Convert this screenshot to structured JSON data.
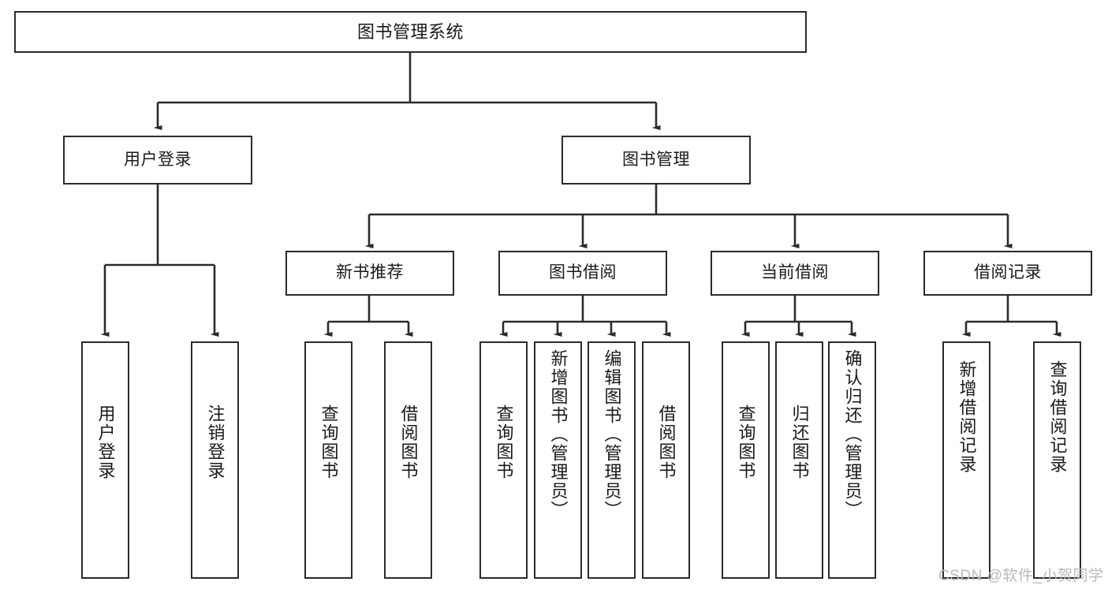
{
  "diagram": {
    "type": "hierarchy-tree",
    "title": "图书管理系统",
    "watermark": "CSDN @软件_小贺同学",
    "colors": {
      "box_border": "#2b2b2b",
      "box_fill": "#ffffff",
      "edge": "#2b2b2b",
      "text": "#1a1a1a",
      "watermark": "#b9b9b9"
    },
    "nodes": {
      "root": {
        "label": "图书管理系统"
      },
      "level1": [
        {
          "label": "用户登录"
        },
        {
          "label": "图书管理"
        }
      ],
      "level2": [
        {
          "label": "新书推荐"
        },
        {
          "label": "图书借阅"
        },
        {
          "label": "当前借阅"
        },
        {
          "label": "借阅记录"
        }
      ],
      "leaves": {
        "user_login": [
          {
            "label": "用户登录"
          },
          {
            "label": "注销登录"
          }
        ],
        "new_book_recommend": [
          {
            "label": "查询图书"
          },
          {
            "label": "借阅图书"
          }
        ],
        "book_borrow": [
          {
            "label": "查询图书"
          },
          {
            "label": "新增图书（管理员）"
          },
          {
            "label": "编辑图书（管理员）"
          },
          {
            "label": "借阅图书"
          }
        ],
        "current_borrow": [
          {
            "label": "查询图书"
          },
          {
            "label": "归还图书"
          },
          {
            "label": "确认归还（管理员）"
          }
        ],
        "borrow_record": [
          {
            "label": "新增借阅记录"
          },
          {
            "label": "查询借阅记录"
          }
        ]
      }
    }
  }
}
